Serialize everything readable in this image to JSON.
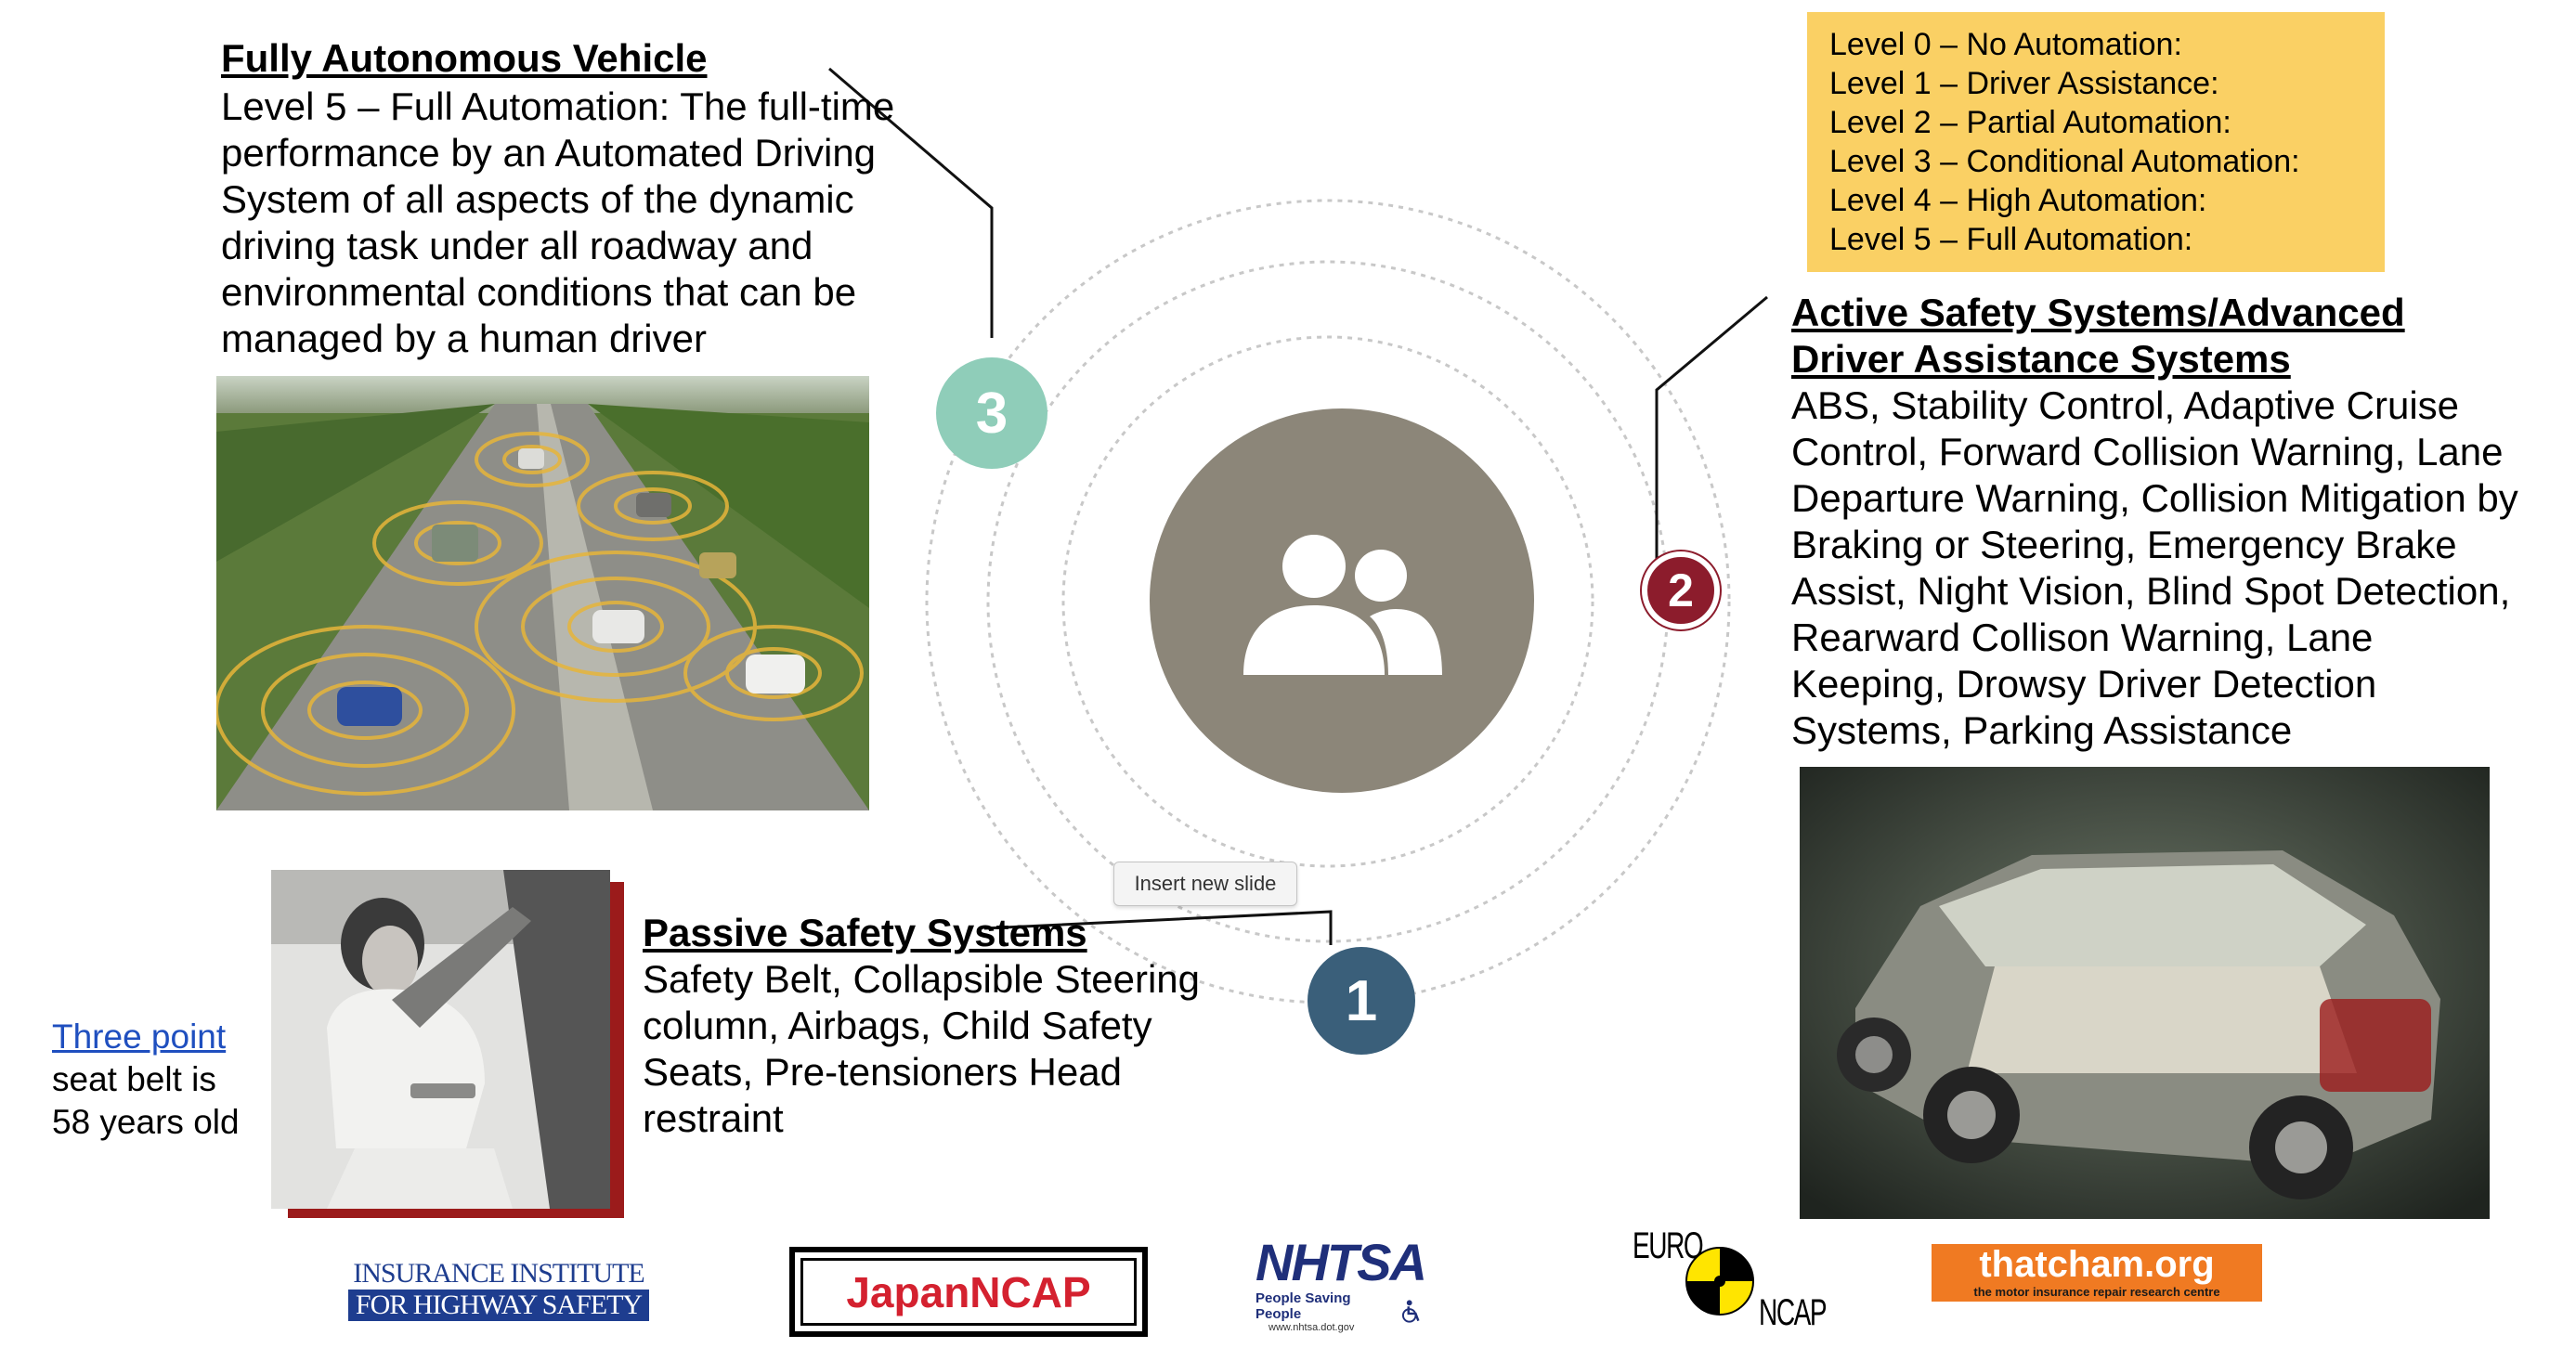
{
  "autonomous": {
    "title": "Fully Autonomous Vehicle",
    "body": "Level 5 – Full Automation: The full-time performance by an Automated Driving System of all aspects of the dynamic driving task under all roadway and environmental conditions that can be managed by a human driver"
  },
  "levels": [
    "Level 0 – No Automation:",
    "Level 1 – Driver Assistance:",
    "Level 2 – Partial Automation:",
    "Level 3 – Conditional Automation:",
    "Level 4 – High Automation:",
    "Level 5 – Full Automation:"
  ],
  "active": {
    "title_line1": "Active Safety Systems/Advanced",
    "title_line2": "Driver Assistance Systems",
    "body": "ABS, Stability Control, Adaptive Cruise Control, Forward Collision Warning, Lane Departure Warning, Collision Mitigation by Braking or Steering, Emergency Brake Assist, Night Vision, Blind Spot Detection, Rearward Collison Warning, Lane Keeping, Drowsy Driver Detection Systems, Parking Assistance"
  },
  "passive": {
    "title": "Passive Safety Systems",
    "body": "Safety Belt, Collapsible Steering column, Airbags, Child Safety Seats, Pre-tensioners Head restraint"
  },
  "seatbelt_note": {
    "link": "Three point",
    "line2": "seat belt is",
    "line3": "58 years old"
  },
  "tooltip": "Insert new slide",
  "markers": {
    "one": "1",
    "two": "2",
    "three": "3"
  },
  "logos": {
    "iihs_line1": "INSURANCE INSTITUTE",
    "iihs_line2": "FOR HIGHWAY SAFETY",
    "japan": "JapanNCAP",
    "nhtsa": "NHTSA",
    "nhtsa_tag": "People Saving People",
    "nhtsa_url": "www.nhtsa.dot.gov",
    "euro": "EURO",
    "ncap": "NCAP",
    "thatcham": "thatcham.org",
    "thatcham_tag": "the motor insurance repair research centre"
  },
  "icons": {
    "center": "people-icon",
    "accessibility": "wheelchair-icon"
  },
  "colors": {
    "center_circle": "#8c8679",
    "marker_one": "#3a5f7a",
    "marker_two": "#8c1c2c",
    "marker_three": "#8fcdb9",
    "level_box": "#fad064",
    "photo_frame": "#9b1b1b",
    "link": "#1f4fbf",
    "thatcham_bg": "#f07a22",
    "iihs_blue": "#1e3d8f"
  }
}
